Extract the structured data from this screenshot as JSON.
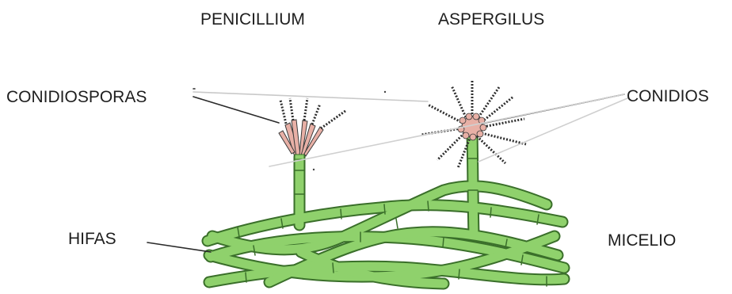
{
  "labels": {
    "penicillium": "PENICILLIUM",
    "aspergilus": "ASPERGILUS",
    "conidiosporas": "CONIDIOSPORAS",
    "conidios": "CONIDIOS",
    "hifas": "HIFAS",
    "micelio": "MICELIO"
  },
  "colors": {
    "hypha_fill": "#8fd16c",
    "hypha_stroke": "#3a6f2a",
    "spore_pink": "#e8b0a6",
    "spore_dark": "#3a3a3a",
    "leader_line": "#2a2a2a",
    "text": "#1e1e1e"
  }
}
